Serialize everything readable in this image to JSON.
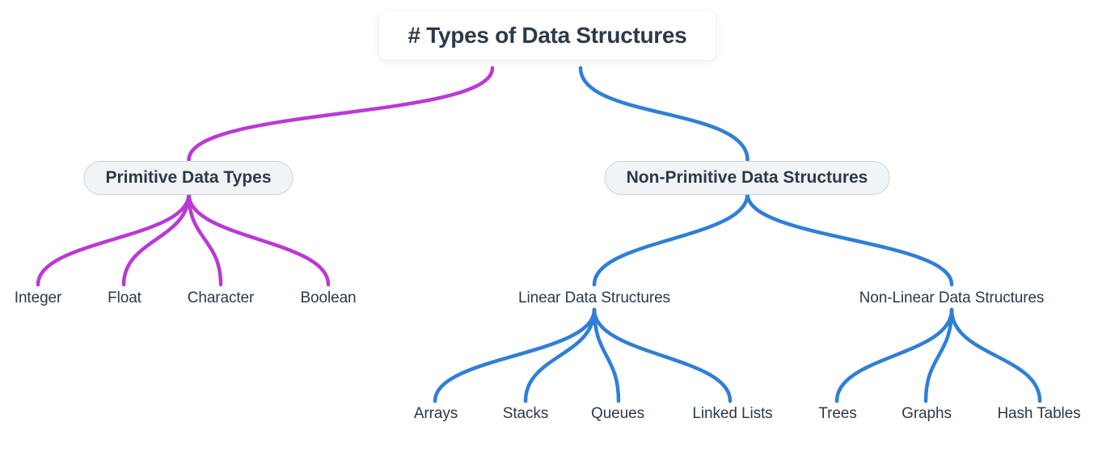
{
  "root": {
    "label": "# Types of Data Structures"
  },
  "colors": {
    "primitive_branch": "#bb38d6",
    "non_primitive_branch": "#2e7fd6",
    "node_text": "#2b3a49",
    "pill_background": "#f1f4f7",
    "pill_border": "#c8d3dc"
  },
  "tree": {
    "primitive": {
      "label": "Primitive Data Types",
      "children": [
        {
          "label": "Integer"
        },
        {
          "label": "Float"
        },
        {
          "label": "Character"
        },
        {
          "label": "Boolean"
        }
      ]
    },
    "non_primitive": {
      "label": "Non-Primitive Data Structures",
      "linear": {
        "label": "Linear Data Structures",
        "children": [
          {
            "label": "Arrays"
          },
          {
            "label": "Stacks"
          },
          {
            "label": "Queues"
          },
          {
            "label": "Linked Lists"
          }
        ]
      },
      "non_linear": {
        "label": "Non-Linear Data Structures",
        "children": [
          {
            "label": "Trees"
          },
          {
            "label": "Graphs"
          },
          {
            "label": "Hash Tables"
          }
        ]
      }
    }
  }
}
